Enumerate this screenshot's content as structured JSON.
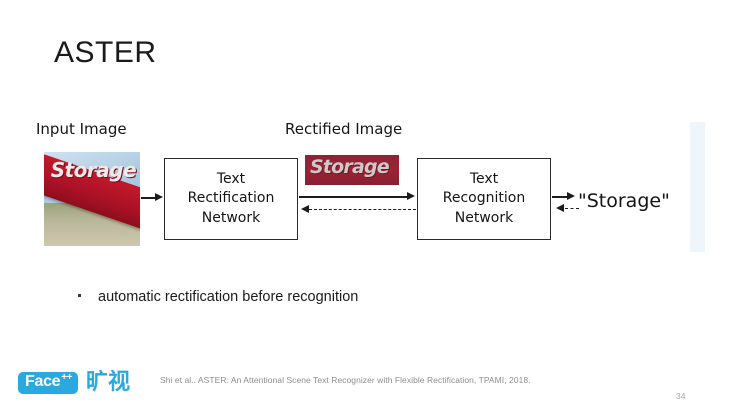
{
  "slide": {
    "title": "ASTER",
    "page_number": "34",
    "background_color": "#ffffff",
    "accent_bar_color": "#eef5fb"
  },
  "diagram": {
    "input_label": "Input Image",
    "rectified_label": "Rectified Image",
    "input_image": {
      "sign_text": "Storage",
      "sign_color": "#ad1226",
      "sky_color": "#aecbe2",
      "ground_color": "#b9b79a"
    },
    "rectified_image": {
      "text": "Storage",
      "background_color": "#9d2236",
      "text_color": "#cfc8c8"
    },
    "boxes": [
      {
        "id": "rectification",
        "line1": "Text",
        "line2": "Rectification",
        "line3": "Network"
      },
      {
        "id": "recognition",
        "line1": "Text",
        "line2": "Recognition",
        "line3": "Network"
      }
    ],
    "output_text": "\"Storage\"",
    "arrows": [
      {
        "name": "input-to-rectification",
        "style": "solid",
        "direction": "right"
      },
      {
        "name": "rectification-to-recognition",
        "style": "solid",
        "direction": "right"
      },
      {
        "name": "recognition-to-rectification",
        "style": "dashed",
        "direction": "left"
      },
      {
        "name": "recognition-to-output",
        "style": "solid",
        "direction": "right"
      },
      {
        "name": "output-to-recognition",
        "style": "dashed",
        "direction": "left"
      }
    ]
  },
  "bullets": [
    "automatic rectification before recognition"
  ],
  "footer": {
    "logo_name": "Face",
    "logo_plus": "++",
    "logo_cn": "旷视",
    "logo_color": "#2aa9e0",
    "citation": "Shi et al.. ASTER: An Attentional Scene Text Recognizer with Flexible Rectification, TPAMI, 2018."
  }
}
